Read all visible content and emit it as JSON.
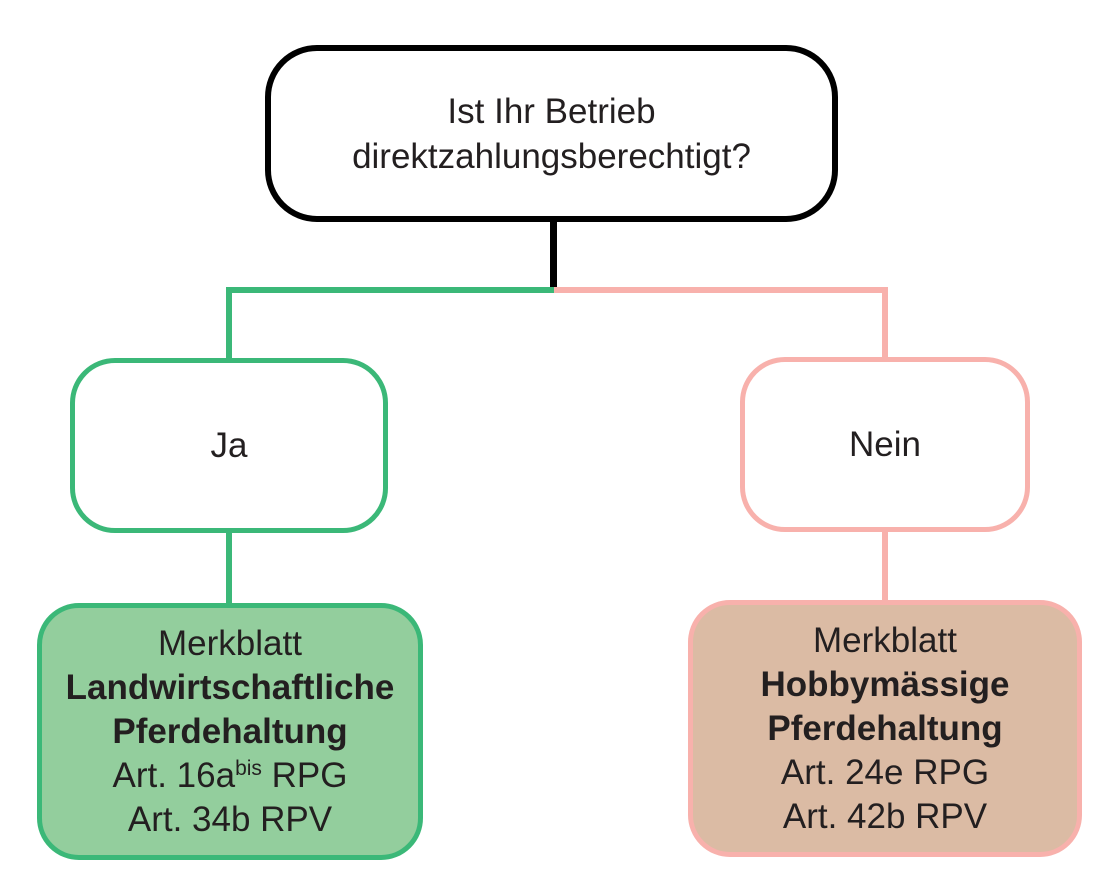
{
  "colors": {
    "background": "#ffffff",
    "root_border": "#000000",
    "text": "#231f20",
    "yes_accent": "#3bb878",
    "yes_fill": "#93ce9d",
    "no_accent": "#f8b1ac",
    "no_fill": "#dbbba4"
  },
  "root": {
    "line1": "Ist Ihr Betrieb",
    "line2": "direktzahlungsberechtigt?"
  },
  "branches": {
    "yes": {
      "label": "Ja"
    },
    "no": {
      "label": "Nein"
    }
  },
  "outcomes": {
    "yes": {
      "title": "Merkblatt",
      "name_line1": "Landwirtschaftliche",
      "name_line2": "Pferdehaltung",
      "ref1_base": "Art. 16a",
      "ref1_sup": "bis",
      "ref1_rest": " RPG",
      "ref2": "Art. 34b RPV"
    },
    "no": {
      "title": "Merkblatt",
      "name_line1": "Hobbymässige",
      "name_line2": "Pferdehaltung",
      "ref1": "Art. 24e RPG",
      "ref2": "Art. 42b RPV"
    }
  }
}
